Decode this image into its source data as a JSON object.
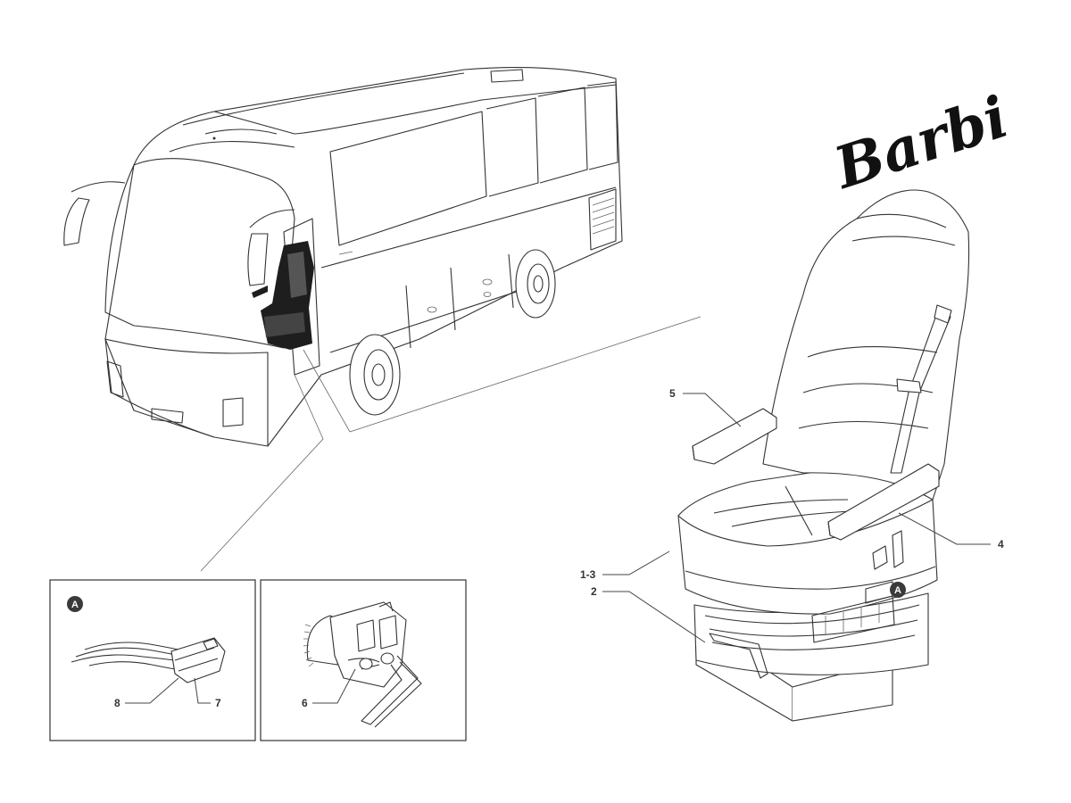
{
  "brand": {
    "logo_text": "Barbi"
  },
  "callouts": {
    "c5": "5",
    "c4": "4",
    "c13": "1-3",
    "c2": "2",
    "c6": "6",
    "c7": "7",
    "c8": "8"
  },
  "badges": {
    "detail_a": "A",
    "seat_a": "A"
  }
}
